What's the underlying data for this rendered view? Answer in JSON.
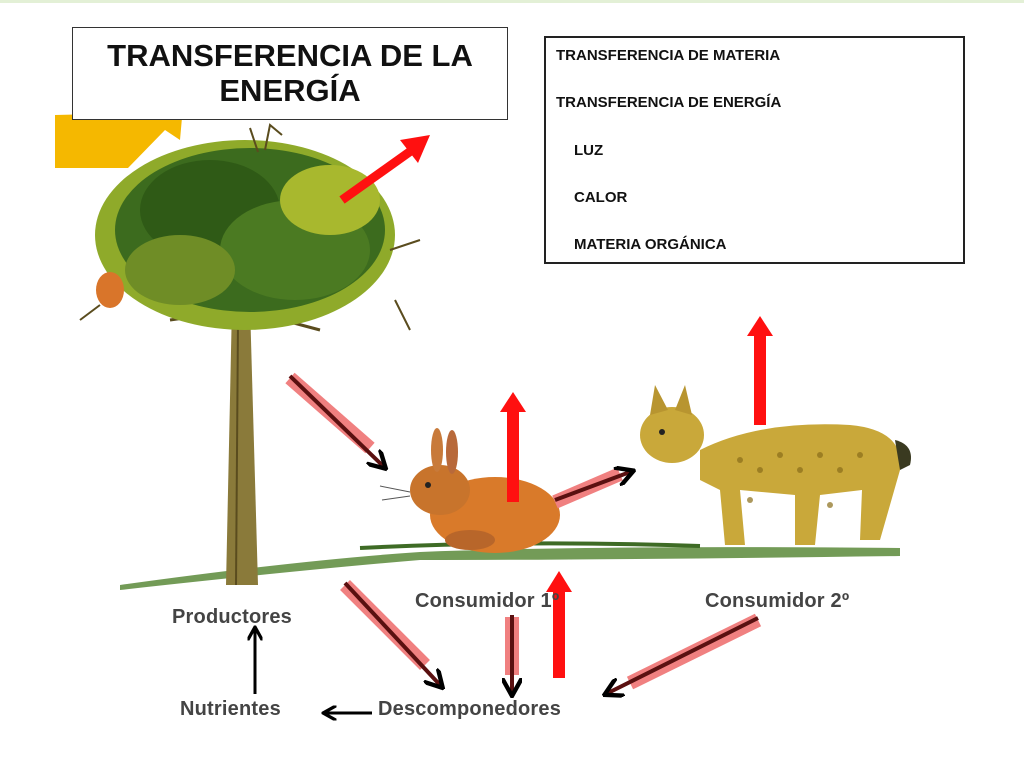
{
  "title": {
    "line1": "TRANSFERENCIA DE LA",
    "line2": "ENERGÍA"
  },
  "legend": {
    "matter": "TRANSFERENCIA DE MATERIA",
    "energy": "TRANSFERENCIA DE ENERGÍA",
    "light": "LUZ",
    "heat": "CALOR",
    "organic": "MATERIA ORGÁNICA"
  },
  "labels": {
    "producers": "Productores",
    "consumer1": "Consumidor 1º",
    "consumer2": "Consumidor 2º",
    "nutrients": "Nutrientes",
    "decomposers": "Descomponedores"
  },
  "colors": {
    "light": "#f5b800",
    "heat": "#ff1010",
    "organic": "#f08080",
    "matter": "#000000",
    "foliage": "#3c6b1e",
    "foliage_light": "#8faa2a",
    "trunk": "#8a7a3a",
    "rabbit": "#d97a2a",
    "lynx": "#c9a83a"
  },
  "icons": {
    "sun": "sun-light-arrow-icon",
    "tree": "tree-icon",
    "rabbit": "rabbit-icon",
    "lynx": "lynx-icon"
  }
}
